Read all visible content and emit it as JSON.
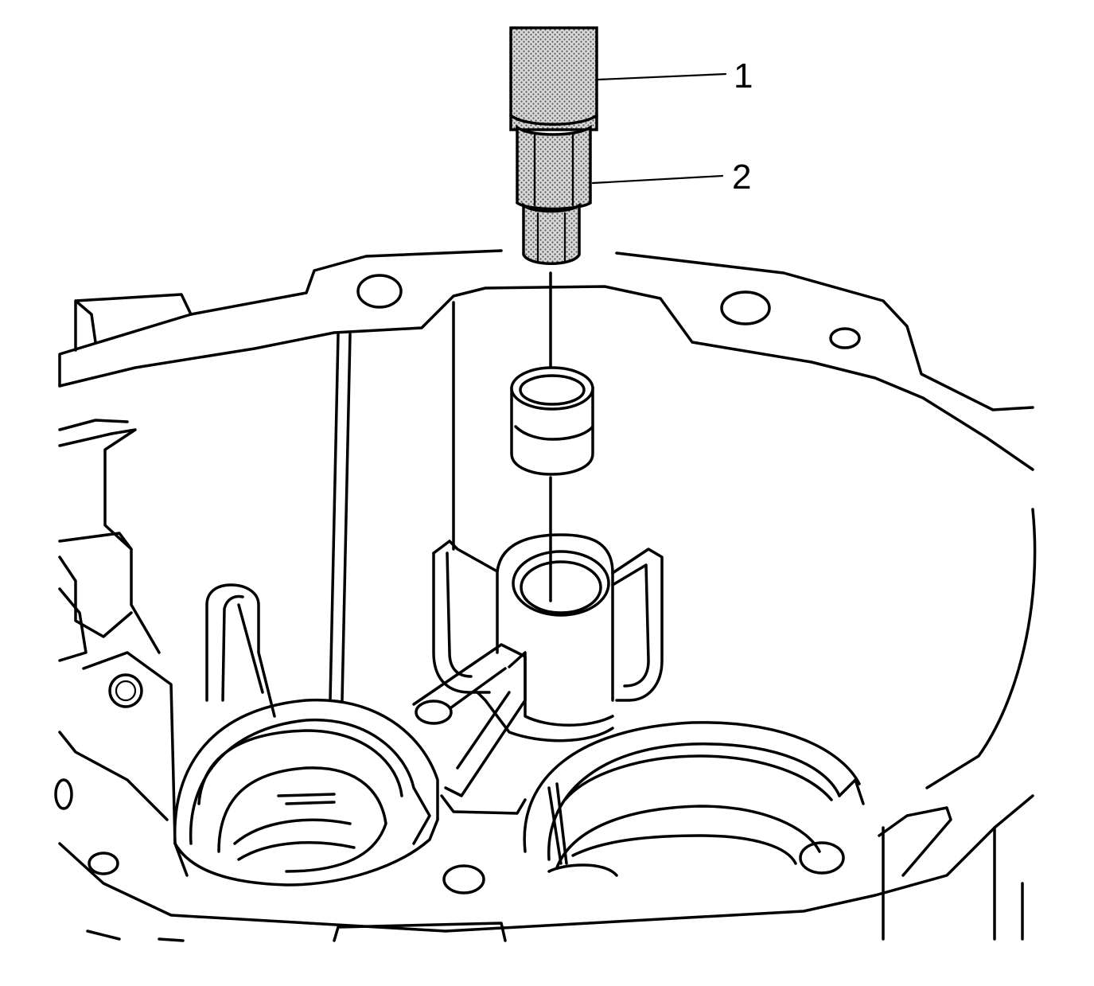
{
  "callouts": [
    {
      "number": "1",
      "target": "installer-handle"
    },
    {
      "number": "2",
      "target": "installer-adapter"
    }
  ],
  "colors": {
    "line": "#000000",
    "background": "#ffffff",
    "tool_shading": "#7a7a7a"
  }
}
